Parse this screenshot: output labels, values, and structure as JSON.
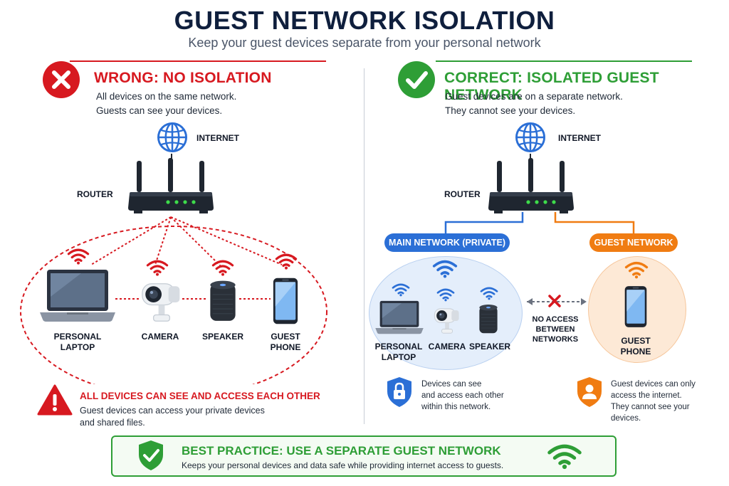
{
  "header": {
    "title": "GUEST NETWORK ISOLATION",
    "subtitle": "Keep your guest devices separate from your personal network"
  },
  "wrong": {
    "heading": "WRONG: NO ISOLATION",
    "desc_line1": "All devices on the same network.",
    "desc_line2": "Guests can see your devices.",
    "internet_label": "INTERNET",
    "router_label": "ROUTER",
    "devices": [
      {
        "line1": "PERSONAL",
        "line2": "LAPTOP"
      },
      {
        "line1": "CAMERA",
        "line2": ""
      },
      {
        "line1": "SPEAKER",
        "line2": ""
      },
      {
        "line1": "GUEST",
        "line2": "PHONE"
      }
    ],
    "warning_title": "ALL DEVICES CAN SEE AND ACCESS EACH OTHER",
    "warning_line1": "Guest devices can access your private devices",
    "warning_line2": "and shared files."
  },
  "correct": {
    "heading": "CORRECT: ISOLATED GUEST NETWORK",
    "desc_line1": "Guest devices are on a separate network.",
    "desc_line2": "They cannot see your devices.",
    "internet_label": "INTERNET",
    "router_label": "ROUTER",
    "main_network_label": "MAIN NETWORK (PRIVATE)",
    "guest_network_label": "GUEST NETWORK",
    "devices": [
      {
        "line1": "PERSONAL",
        "line2": "LAPTOP"
      },
      {
        "line1": "CAMERA",
        "line2": ""
      },
      {
        "line1": "SPEAKER",
        "line2": ""
      }
    ],
    "guest_device": {
      "line1": "GUEST",
      "line2": "PHONE"
    },
    "no_access": {
      "line1": "NO ACCESS",
      "line2": "BETWEEN",
      "line3": "NETWORKS"
    },
    "main_note": {
      "line1": "Devices can see",
      "line2": "and access each other",
      "line3": "within this network."
    },
    "guest_note": {
      "line1": "Guest devices can only",
      "line2": "access the internet.",
      "line3": "They cannot see your",
      "line4": "devices."
    }
  },
  "footer": {
    "title": "BEST PRACTICE: USE A SEPARATE GUEST NETWORK",
    "text": "Keeps your personal devices and data safe while providing internet access to guests."
  },
  "colors": {
    "red": "#d71920",
    "green": "#2e9e36",
    "blue": "#2b6fd6",
    "orange": "#f07c12",
    "navy": "#0f1f3d"
  },
  "icons": [
    "x-circle-icon",
    "check-circle-icon",
    "globe-icon",
    "router-icon",
    "laptop-icon",
    "camera-icon",
    "speaker-icon",
    "phone-icon",
    "wifi-icon",
    "warning-icon",
    "lock-shield-icon",
    "user-shield-icon",
    "check-shield-icon"
  ]
}
